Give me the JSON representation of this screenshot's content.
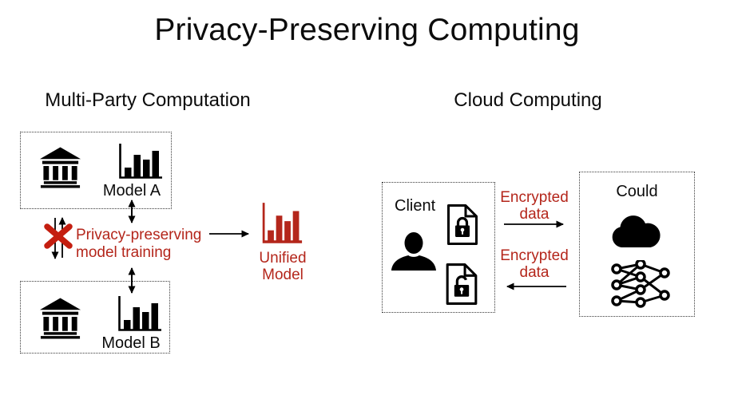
{
  "title": "Privacy-Preserving Computing",
  "mpc": {
    "heading": "Multi-Party Computation",
    "party_a": {
      "model_label": "Model A",
      "icons": [
        "bank-icon",
        "bar-chart-icon"
      ]
    },
    "party_b": {
      "model_label": "Model B",
      "icons": [
        "bank-icon",
        "bar-chart-icon"
      ]
    },
    "blocked_label": "Privacy-preserving\nmodel training",
    "unified_label": "Unified\nModel"
  },
  "cloud": {
    "heading": "Cloud Computing",
    "client": {
      "label": "Client",
      "icons": [
        "person-icon",
        "document-lock-closed-icon",
        "document-lock-open-icon"
      ]
    },
    "server": {
      "label": "Could",
      "icons": [
        "cloud-icon",
        "neural-network-icon"
      ]
    },
    "upload_label": "Encrypted\ndata",
    "download_label": "Encrypted\ndata"
  },
  "icons": {
    "bank-icon": "classical building with columns",
    "bar-chart-icon": "bar chart with axis, 4 bars",
    "unified-model-chart-icon": "red bar chart with axis, 4 bars",
    "person-icon": "head-and-shoulders silhouette",
    "document-lock-closed-icon": "document with closed padlock",
    "document-lock-open-icon": "document with open padlock",
    "cloud-icon": "filled cloud",
    "neural-network-icon": "3-4-2 node graph",
    "cross-x-icon": "red X (blocked data exchange)"
  },
  "colors": {
    "accent_red": "#b4261b",
    "cross_red": "#c41e10",
    "ink": "#000000",
    "background": "#ffffff",
    "dotted_border": "#3a3a3a"
  }
}
